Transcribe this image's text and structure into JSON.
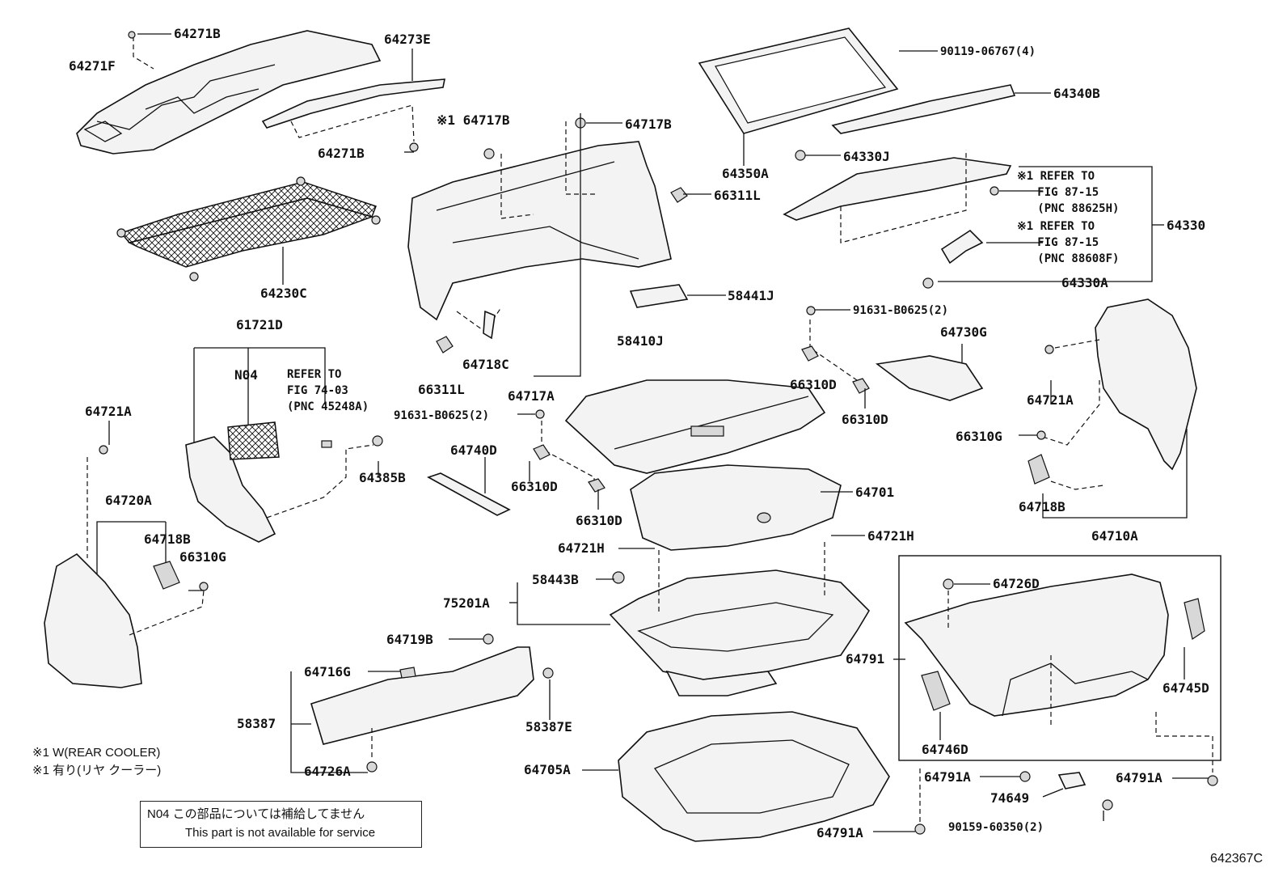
{
  "labels": {
    "p64271B_a": "64271B",
    "p64271F": "64271F",
    "p64273E": "64273E",
    "p64271B_b": "64271B",
    "p64717B_a": "※1 64717B",
    "p64717B_b": "64717B",
    "p90119": "90119-06767(4)",
    "p64340B": "64340B",
    "p64350A": "64350A",
    "p64330J": "64330J",
    "p66311L_a": "66311L",
    "p64330": "64330",
    "p64230C": "64230C",
    "p58441J": "58441J",
    "p64330A": "64330A",
    "p61721D": "61721D",
    "pN04": "N04",
    "p91631_a": "91631-B0625(2)",
    "p64730G": "64730G",
    "p58410J": "58410J",
    "p64718C": "64718C",
    "p66311L_b": "66311L",
    "p64717A": "64717A",
    "p66310D_a": "66310D",
    "p66310D_b": "66310D",
    "p64721A_a": "64721A",
    "p64721A_b": "64721A",
    "p91631_b": "91631-B0625(2)",
    "p66310G_a": "66310G",
    "p64740D": "64740D",
    "p64385B": "64385B",
    "p66310D_c": "66310D",
    "p64701": "64701",
    "p64718B_b": "64718B",
    "p64720A": "64720A",
    "p66310D_d": "66310D",
    "p64710A": "64710A",
    "p64718B_a": "64718B",
    "p66310G_b": "66310G",
    "p64721H_a": "64721H",
    "p64721H_b": "64721H",
    "p58443B": "58443B",
    "p64726D": "64726D",
    "p75201A": "75201A",
    "p64719B": "64719B",
    "p64791": "64791",
    "p64716G": "64716G",
    "p64745D": "64745D",
    "p58387": "58387",
    "p58387E": "58387E",
    "p64746D": "64746D",
    "p64726A": "64726A",
    "p64705A": "64705A",
    "p64791A_a": "64791A",
    "p64791A_b": "64791A",
    "p74649": "74649",
    "p90159": "90159-60350(2)",
    "p64791A_c": "64791A"
  },
  "refs": {
    "r1": "REFER TO\nFIG 74-03\n(PNC 45248A)",
    "r2": "※1 REFER TO\n   FIG 87-15\n   (PNC 88625H)",
    "r3": "※1 REFER TO\n   FIG 87-15\n   (PNC 88608F)"
  },
  "notes": {
    "note1": "※1 W(REAR COOLER)",
    "note2": "※1 有り(リヤ クーラー)",
    "notice_line1": "N04  この部品については補給してません",
    "notice_line2": "This part is not available for service",
    "figure_id": "642367C"
  }
}
